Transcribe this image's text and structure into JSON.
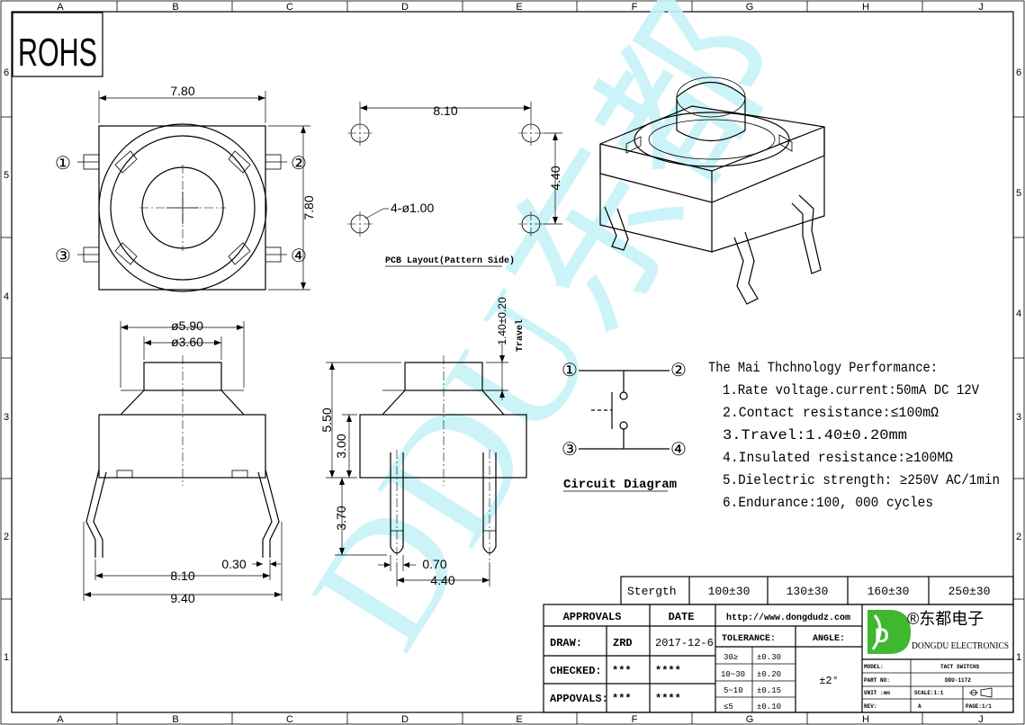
{
  "frame": {
    "col_labels": [
      "A",
      "B",
      "C",
      "D",
      "E",
      "F",
      "G",
      "H",
      "J"
    ],
    "row_labels": [
      "6",
      "5",
      "4",
      "3",
      "2",
      "1"
    ]
  },
  "rohs": "ROHS",
  "watermark": "DDU东都",
  "top_view": {
    "dim_width": "7.80",
    "dim_height": "7.80",
    "pin1": "①",
    "pin2": "②",
    "pin3": "③",
    "pin4": "④"
  },
  "pcb_layout": {
    "dim_width": "8.10",
    "dim_height": "4.40",
    "hole_label": "4-ø1.00",
    "caption": "PCB Layout(Pattern Side)"
  },
  "front_view": {
    "dim_cap_outer": "ø5.90",
    "dim_cap_inner": "ø3.60",
    "dim_pitch": "8.10",
    "dim_total": "9.40",
    "dim_lead": "0.30"
  },
  "side_view": {
    "dim_travel": "1.40±0.20",
    "travel_label": "Travel",
    "dim_height_total": "5.50",
    "dim_height_body": "3.00",
    "dim_leg": "3.70",
    "dim_leg_width": "0.70",
    "dim_leg_pitch": "4.40"
  },
  "circuit": {
    "pin1": "①",
    "pin2": "②",
    "pin3": "③",
    "pin4": "④",
    "caption": "Circuit Diagram"
  },
  "performance": {
    "title": "The Mai Thchnology Performance:",
    "items": [
      "1.Rate voltage.current:50mA DC 12V",
      "2.Contact resistance:≤100mΩ",
      "3.Travel:1.40±0.20mm",
      "4.Insulated resistance:≥100MΩ",
      "5.Dielectric strength: ≥250V AC/1min",
      "6.Endurance:100, 000 cycles"
    ]
  },
  "strength_table": {
    "label": "Stergth",
    "values": [
      "100±30",
      "130±30",
      "160±30",
      "250±30"
    ]
  },
  "approvals": {
    "header_approvals": "APPROVALS",
    "header_date": "DATE",
    "draw_label": "DRAW:",
    "draw_name": "ZRD",
    "draw_date": "2017-12-6",
    "checked_label": "CHECKED:",
    "checked_name": "***",
    "checked_date": "****",
    "appovals_label": "APPOVALS:",
    "appovals_name": "***",
    "appovals_date": "****"
  },
  "tolerance": {
    "url": "http://www.dongdudz.com",
    "tolerance_label": "TOLERANCE:",
    "angle_label": "ANGLE:",
    "angle_value": "±2°",
    "rows": [
      {
        "range": "30≥",
        "value": "±0.30"
      },
      {
        "range": "10~30",
        "value": "±0.20"
      },
      {
        "range": "5~10",
        "value": "±0.15"
      },
      {
        "range": "≤5",
        "value": "±0.10"
      }
    ]
  },
  "company": {
    "logo_letter": "D",
    "name_cn": "®东都电子",
    "name_en": "DONGDU ELECTRONICS",
    "model_label": "MODEL:",
    "model_value": "TACT SWITCHS",
    "part_label": "PART NO:",
    "part_value": "DDU-1172",
    "unit_label": "UNIT :mm",
    "scale_label": "SCALE:1:1",
    "rev_label": "REV:",
    "rev_value": "A",
    "page_label": "PAGE:1/1"
  },
  "colors": {
    "watermark": "#c6f3f7",
    "logo_green": "#3fb82f",
    "line": "#000000"
  }
}
